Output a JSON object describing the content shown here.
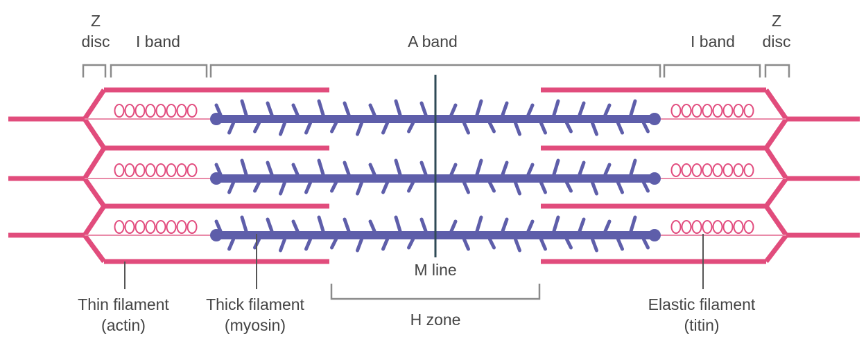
{
  "labels": {
    "z_disc_left_top": "Z",
    "z_disc_left_bottom": "disc",
    "i_band_left": "I band",
    "a_band": "A band",
    "i_band_right": "I band",
    "z_disc_right_top": "Z",
    "z_disc_right_bottom": "disc",
    "m_line": "M line",
    "h_zone": "H zone",
    "thin_filament": "Thin filament",
    "thin_filament_sub": "(actin)",
    "thick_filament": "Thick filament",
    "thick_filament_sub": "(myosin)",
    "elastic_filament": "Elastic filament",
    "elastic_filament_sub": "(titin)"
  },
  "colors": {
    "thin_filament": "#e14c7c",
    "thick_filament": "#5e5eaa",
    "m_line": "#2e4a56",
    "bracket": "#8a8a8a",
    "text": "#444444"
  },
  "rows": 3
}
